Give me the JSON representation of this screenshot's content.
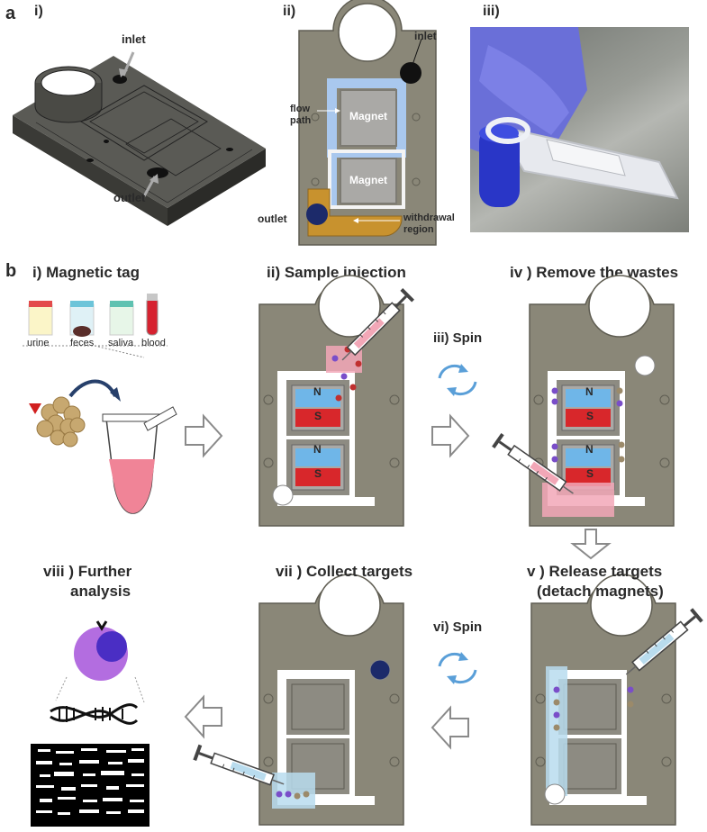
{
  "panel_a": {
    "label": "a",
    "sub": [
      "i)",
      "ii)",
      "iii)"
    ],
    "i": {
      "inlet": "inlet",
      "outlet": "outlet"
    },
    "ii": {
      "inlet": "inlet",
      "flow_path": "flow\npath",
      "magnet1": "Magnet",
      "magnet2": "Magnet",
      "outlet": "outlet",
      "withdrawal": "withdrawal\nregion"
    }
  },
  "panel_b": {
    "label": "b",
    "step_i": {
      "title": "i) Magnetic tag",
      "samples": [
        "urine",
        "feces",
        "saliva",
        "blood"
      ]
    },
    "step_ii": {
      "title": "ii) Sample injection",
      "n": "N",
      "s": "S"
    },
    "step_iii": {
      "title": "iii) Spin"
    },
    "step_iv": {
      "title": "iv ) Remove the wastes"
    },
    "step_v": {
      "title1": "v ) Release targets",
      "title2": "(detach magnets)"
    },
    "step_vi": {
      "title": "vi) Spin"
    },
    "step_vii": {
      "title": "vii ) Collect targets"
    },
    "step_viii": {
      "title1": "viii ) Further",
      "title2": "analysis"
    }
  },
  "colors": {
    "chip": "#8a8778",
    "chip_border": "#5f5d52",
    "flow": "#a9c8ee",
    "magnet_gray": "#aaa9a6",
    "withdrawal": "#c8922e",
    "outlet_dot": "#1c2a6a",
    "north": "#6fb6e8",
    "south": "#d8272b",
    "pink": "#f2a7b7",
    "light_blue": "#b9dcee",
    "arrow": "#5c7da6"
  }
}
